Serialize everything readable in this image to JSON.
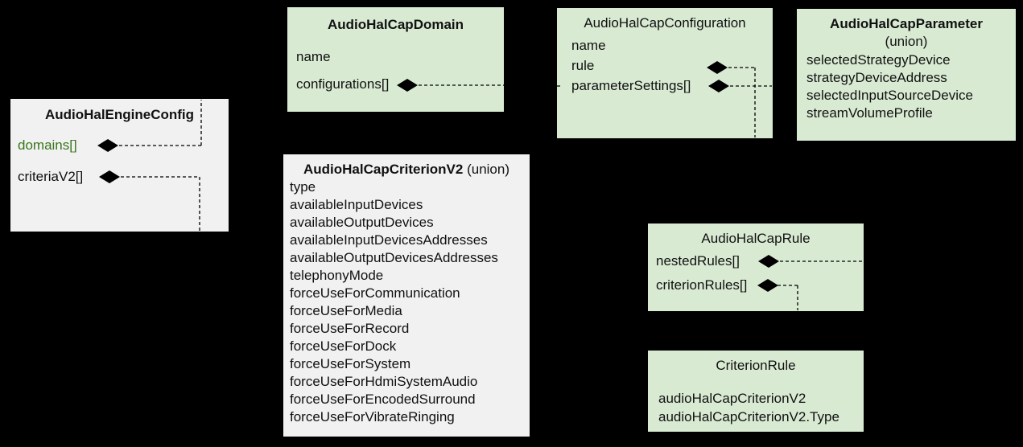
{
  "diagram": {
    "background_color": "#000000",
    "colors": {
      "green_box": "#d9ead3",
      "gray_box": "#f1f1f1",
      "line": "#000000",
      "green_field_text": "#38761d"
    },
    "boxes": {
      "engine": {
        "title": "AudioHalEngineConfig",
        "fields": [
          {
            "text": "domains[]",
            "color": "#38761d"
          },
          {
            "text": "criteriaV2[]"
          }
        ]
      },
      "domain": {
        "title": "AudioHalCapDomain",
        "fields": [
          {
            "text": "name"
          },
          {
            "text": "configurations[]"
          }
        ]
      },
      "config": {
        "title": "AudioHalCapConfiguration",
        "fields": [
          {
            "text": "name"
          },
          {
            "text": "rule"
          },
          {
            "text": "parameterSettings[]"
          }
        ]
      },
      "parameter": {
        "title": "AudioHalCapParameter",
        "subtitle": "(union)",
        "fields": [
          {
            "text": "selectedStrategyDevice"
          },
          {
            "text": "strategyDeviceAddress"
          },
          {
            "text": "selectedInputSourceDevice"
          },
          {
            "text": "streamVolumeProfile"
          }
        ]
      },
      "criterionv2": {
        "title": "AudioHalCapCriterionV2",
        "title_suffix": " (union)",
        "fields": [
          {
            "text": "type"
          },
          {
            "text": "availableInputDevices"
          },
          {
            "text": "availableOutputDevices"
          },
          {
            "text": "availableInputDevicesAddresses"
          },
          {
            "text": "availableOutputDevicesAddresses"
          },
          {
            "text": "telephonyMode"
          },
          {
            "text": "forceUseForCommunication"
          },
          {
            "text": "forceUseForMedia"
          },
          {
            "text": "forceUseForRecord"
          },
          {
            "text": "forceUseForDock"
          },
          {
            "text": "forceUseForSystem"
          },
          {
            "text": "forceUseForHdmiSystemAudio"
          },
          {
            "text": "forceUseForEncodedSurround"
          },
          {
            "text": "forceUseForVibrateRinging"
          }
        ]
      },
      "rule": {
        "title": "AudioHalCapRule",
        "fields": [
          {
            "text": "nestedRules[]"
          },
          {
            "text": "criterionRules[]"
          }
        ]
      },
      "criterionrule": {
        "title": "CriterionRule",
        "fields": [
          {
            "text": "audioHalCapCriterionV2"
          },
          {
            "text": "audioHalCapCriterionV2.Type"
          }
        ]
      }
    },
    "connectors": [
      {
        "name": "domains-edge",
        "diamond": [
          134,
          181
        ],
        "segments": [
          [
            148,
            181,
            250,
            181
          ],
          [
            250,
            181,
            250,
            124
          ]
        ]
      },
      {
        "name": "criteriav2-edge",
        "diamond": [
          136,
          220
        ],
        "segments": [
          [
            150,
            220,
            248,
            220
          ],
          [
            248,
            220,
            248,
            287
          ]
        ]
      },
      {
        "name": "configurations-edge",
        "diamond": [
          506,
          106
        ],
        "segments": [
          [
            520,
            106,
            626,
            106
          ],
          [
            685,
            107,
            697,
            107
          ]
        ]
      },
      {
        "name": "rule-edge",
        "diamond": [
          891,
          84
        ],
        "segments": [
          [
            905,
            84,
            938,
            84
          ],
          [
            938,
            84,
            938,
            171
          ]
        ]
      },
      {
        "name": "parametersettings-edge",
        "diamond": [
          893,
          107
        ],
        "segments": [
          [
            907,
            107,
            959,
            107
          ]
        ]
      },
      {
        "name": "nestedrules-edge",
        "diamond": [
          955,
          325
        ],
        "segments": [
          [
            969,
            325,
            1072,
            325
          ]
        ]
      },
      {
        "name": "criterionrules-edge",
        "diamond": [
          954,
          355
        ],
        "segments": [
          [
            966,
            355,
            991,
            355
          ],
          [
            991,
            355,
            991,
            386
          ]
        ]
      }
    ]
  }
}
